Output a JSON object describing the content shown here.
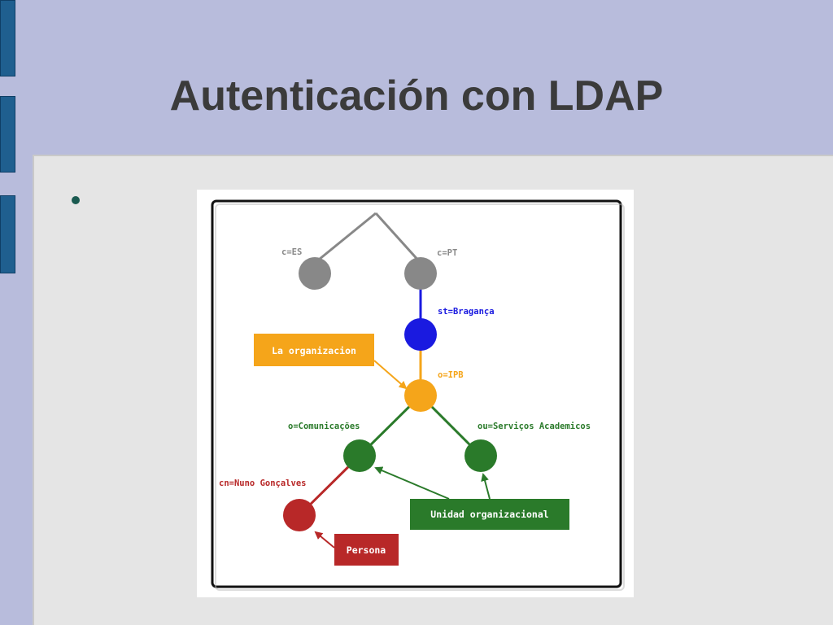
{
  "slide": {
    "title": "Autenticación con LDAP"
  },
  "diagram": {
    "nodes": {
      "c_es": "c=ES",
      "c_pt": "c=PT",
      "st": "st=Bragança",
      "o_ipb": "o=IPB",
      "o_com": "o=Comunicações",
      "ou_serv": "ou=Serviços Academicos",
      "cn": "cn=Nuno Gonçalves"
    },
    "callouts": {
      "organizacion": "La organizacion",
      "unidad": "Unidad organizacional",
      "persona": "Persona"
    },
    "colors": {
      "country": "#888888",
      "state": "#1a1ae0",
      "organization": "#f5a51a",
      "org_unit": "#2a7a2a",
      "person": "#b82828",
      "unidad_box": "#2a7a2a",
      "persona_box": "#b82828",
      "organizacion_box": "#f5a51a"
    }
  }
}
